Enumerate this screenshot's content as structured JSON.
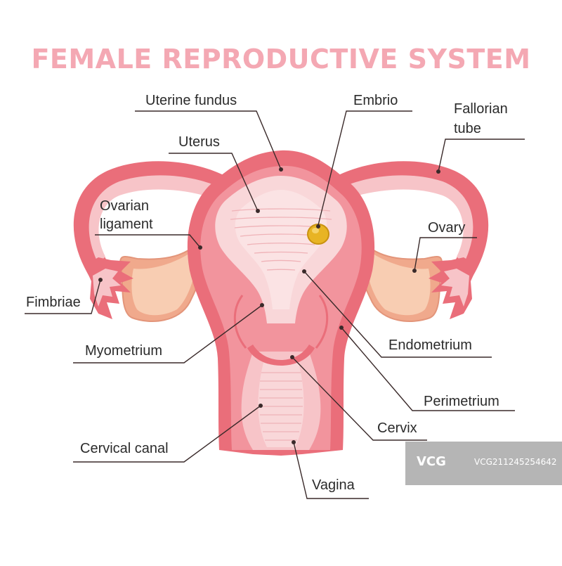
{
  "title": "FEMALE REPRODUCTIVE SYSTEM",
  "labels": {
    "uterine_fundus": "Uterine fundus",
    "embrio": "Embrio",
    "fallorian_tube_1": "Fallorian",
    "fallorian_tube_2": "tube",
    "uterus": "Uterus",
    "ovarian_ligament_1": "Ovarian",
    "ovarian_ligament_2": "ligament",
    "ovary": "Ovary",
    "fimbriae": "Fimbriae",
    "myometrium": "Myometrium",
    "endometrium": "Endometrium",
    "perimetrium": "Perimetrium",
    "cervix": "Cervix",
    "cervical_canal": "Cervical canal",
    "vagina": "Vagina"
  },
  "watermark": {
    "logo": "VCG",
    "id": "VCG211245254642"
  },
  "colors": {
    "title": "#f4a8b3",
    "outer_wall": "#ea6e7a",
    "inner_wall": "#f7c4c8",
    "cavity": "#f9d7d9",
    "ovary": "#f8c7a9",
    "embryo": "#e8b424",
    "leader_line": "#3a2a2a"
  }
}
